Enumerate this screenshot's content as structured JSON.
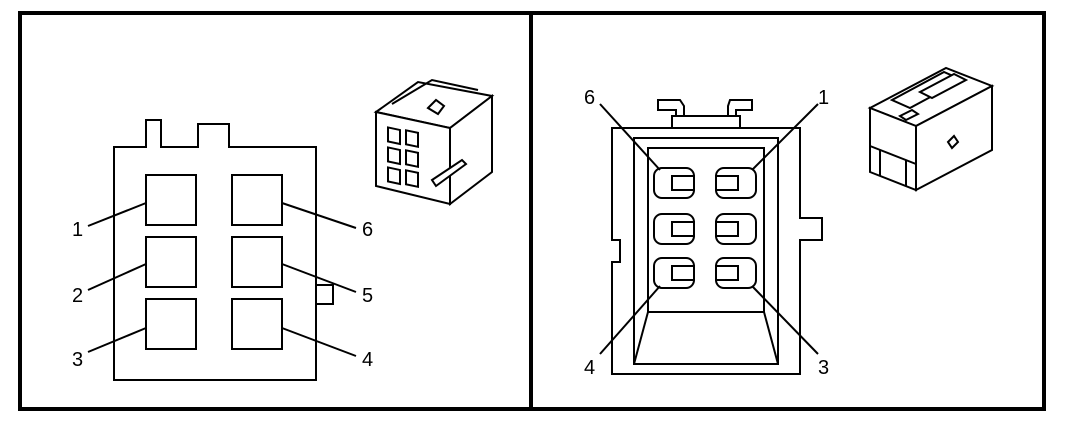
{
  "left_panel": {
    "pin_labels": {
      "p1": "1",
      "p2": "2",
      "p3": "3",
      "p4": "4",
      "p5": "5",
      "p6": "6"
    }
  },
  "right_panel": {
    "pin_labels": {
      "p1": "1",
      "p3": "3",
      "p4": "4",
      "p6": "6"
    }
  },
  "colors": {
    "line": "#000000",
    "background": "#ffffff"
  }
}
